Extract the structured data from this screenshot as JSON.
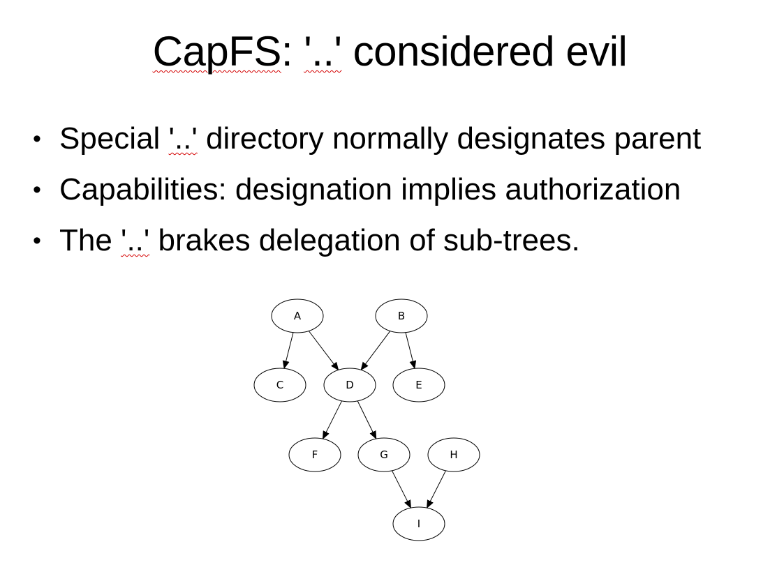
{
  "title": {
    "prefix": "CapFS",
    "colon": ": ",
    "dots": "'..'",
    "suffix": " considered evil"
  },
  "bullets": [
    {
      "before": "Special ",
      "dots": "'..'",
      "after": " directory normally designates parent"
    },
    {
      "before": "Capabilities: designation implies authorization",
      "dots": "",
      "after": ""
    },
    {
      "before": "The ",
      "dots": "'..'",
      "after": " brakes delegation of sub-trees."
    }
  ],
  "diagram": {
    "nodes": [
      {
        "id": "A",
        "label": "A"
      },
      {
        "id": "B",
        "label": "B"
      },
      {
        "id": "C",
        "label": "C"
      },
      {
        "id": "D",
        "label": "D"
      },
      {
        "id": "E",
        "label": "E"
      },
      {
        "id": "F",
        "label": "F"
      },
      {
        "id": "G",
        "label": "G"
      },
      {
        "id": "H",
        "label": "H"
      },
      {
        "id": "I",
        "label": "I"
      }
    ],
    "edges": [
      [
        "A",
        "C"
      ],
      [
        "A",
        "D"
      ],
      [
        "B",
        "D"
      ],
      [
        "B",
        "E"
      ],
      [
        "D",
        "F"
      ],
      [
        "D",
        "G"
      ],
      [
        "G",
        "I"
      ],
      [
        "H",
        "I"
      ]
    ]
  }
}
